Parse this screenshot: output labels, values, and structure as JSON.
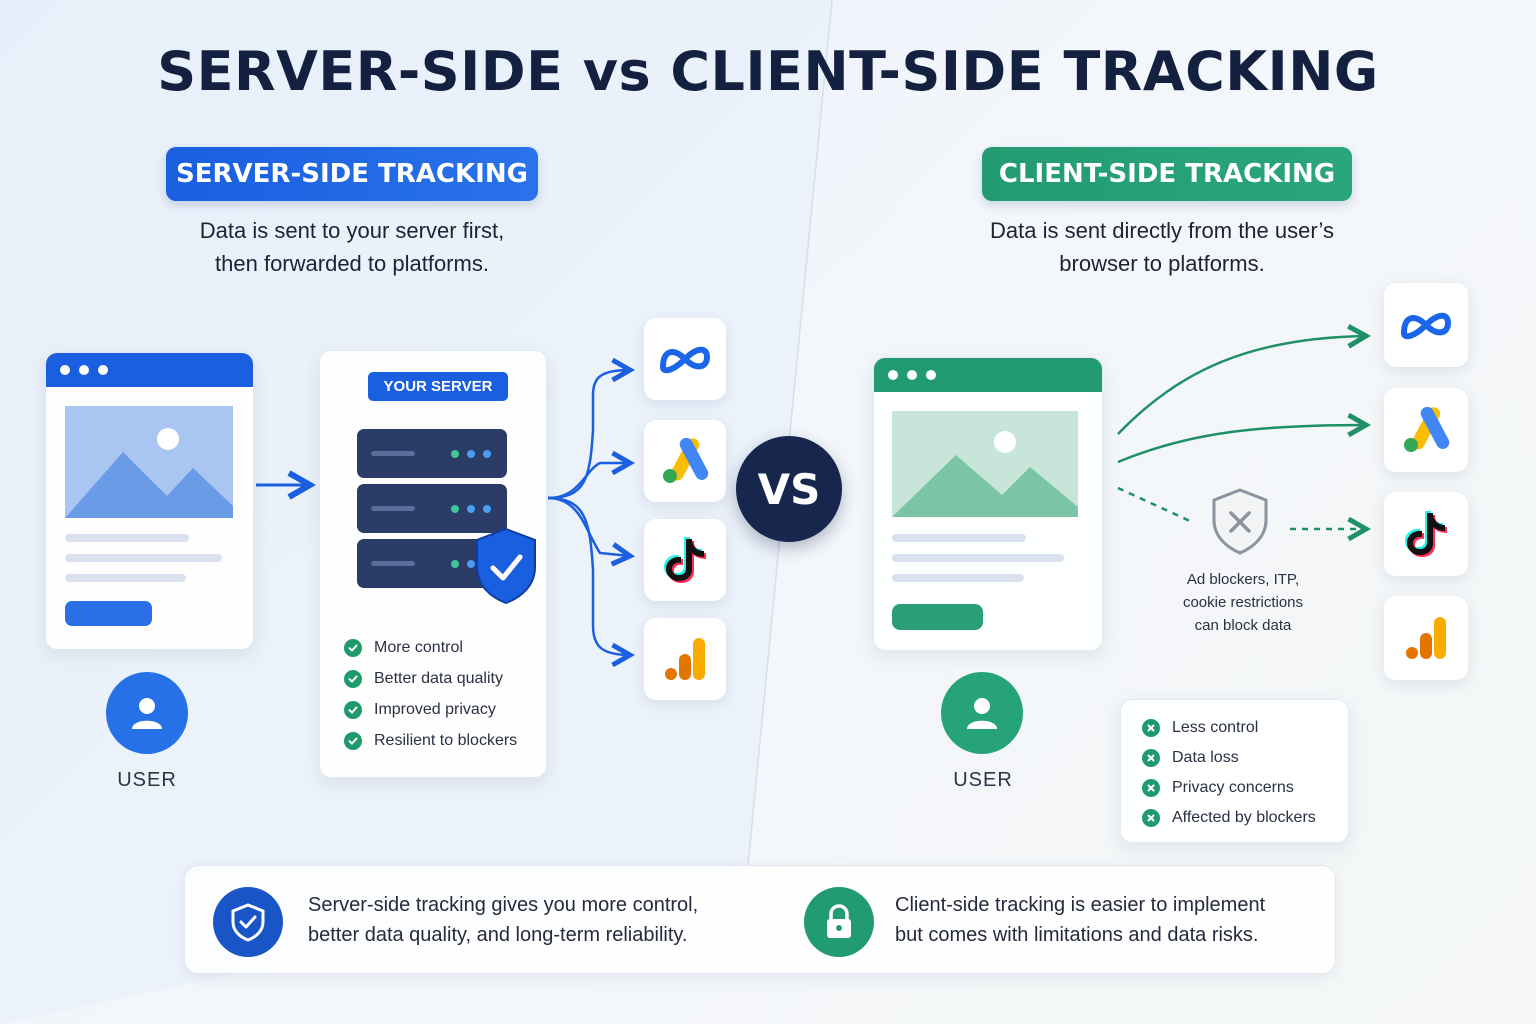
{
  "title": "SERVER-SIDE vs CLIENT-SIDE TRACKING",
  "vs_label": "VS",
  "server": {
    "pill": "SERVER-SIDE TRACKING",
    "desc_line1": "Data is sent to your server first,",
    "desc_line2": "then forwarded to platforms.",
    "user_label": "USER",
    "server_badge": "YOUR SERVER",
    "benefits": [
      "More control",
      "Better data quality",
      "Improved privacy",
      "Resilient to blockers"
    ],
    "accent": "#1a5fe0"
  },
  "client": {
    "pill": "CLIENT-SIDE TRACKING",
    "desc_line1": "Data is sent directly from the user’s",
    "desc_line2": "browser to platforms.",
    "user_label": "USER",
    "blocker_line1": "Ad blockers, ITP,",
    "blocker_line2": "cookie restrictions",
    "blocker_line3": "can block data",
    "drawbacks": [
      "Less control",
      "Data loss",
      "Privacy concerns",
      "Affected by blockers"
    ],
    "accent": "#239b72"
  },
  "platforms": [
    "meta-icon",
    "google-ads-icon",
    "tiktok-icon",
    "google-analytics-icon"
  ],
  "summary": {
    "server_line1": "Server-side tracking gives you more control,",
    "server_line2": "better data quality, and long-term reliability.",
    "client_line1": "Client-side tracking is easier to implement",
    "client_line2": "but comes with limitations and data risks."
  }
}
